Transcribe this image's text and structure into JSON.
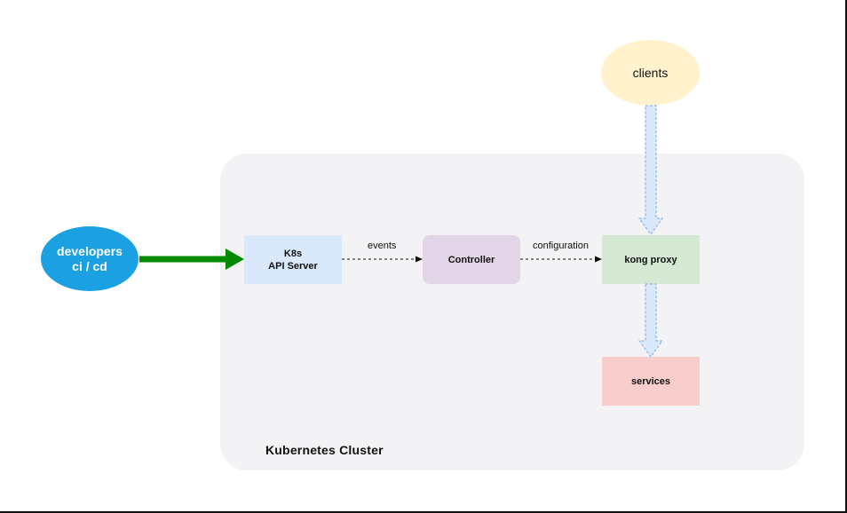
{
  "diagram": {
    "cluster_label": "Kubernetes Cluster",
    "nodes": {
      "developers": "developers\nci / cd",
      "k8s_api": "K8s\nAPI Server",
      "controller": "Controller",
      "kong_proxy": "kong proxy",
      "services": "services",
      "clients": "clients"
    },
    "edges": {
      "events": "events",
      "configuration": "configuration"
    },
    "colors": {
      "developers": "#1ba1e2",
      "k8s_api": "#dae8fc",
      "controller": "#e1d5e7",
      "kong_proxy": "#d5e8d4",
      "services": "#f8cecc",
      "clients": "#fff2cc",
      "push_arrow": "#008a00",
      "flow_arrow": "#dae8fc"
    }
  }
}
